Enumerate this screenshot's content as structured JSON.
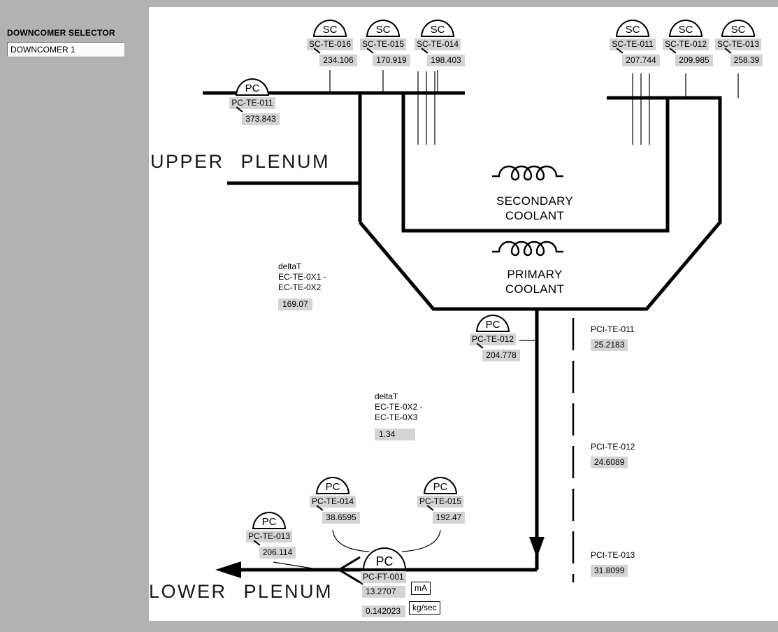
{
  "selector": {
    "label": "DOWNCOMER SELECTOR",
    "value": "DOWNCOMER 1"
  },
  "labels": {
    "upper_plenum": "UPPER PLENUM",
    "lower_plenum": "LOWER PLENUM",
    "secondary_coolant_line1": "SECONDARY",
    "secondary_coolant_line2": "COOLANT",
    "primary_coolant_line1": "PRIMARY",
    "primary_coolant_line2": "COOLANT"
  },
  "instruments": [
    {
      "symbol": "SC",
      "tag": "SC-TE-016",
      "value": "234.106"
    },
    {
      "symbol": "SC",
      "tag": "SC-TE-015",
      "value": "170.919"
    },
    {
      "symbol": "SC",
      "tag": "SC-TE-014",
      "value": "198.403"
    },
    {
      "symbol": "SC",
      "tag": "SC-TE-011",
      "value": "207.744"
    },
    {
      "symbol": "SC",
      "tag": "SC-TE-012",
      "value": "209.985"
    },
    {
      "symbol": "SC",
      "tag": "SC-TE-013",
      "value": "258.39"
    },
    {
      "symbol": "PC",
      "tag": "PC-TE-011",
      "value": "373.843"
    },
    {
      "symbol": "PC",
      "tag": "PC-TE-012",
      "value": "204.778"
    },
    {
      "symbol": "PC",
      "tag": "PC-TE-014",
      "value": "38.6595"
    },
    {
      "symbol": "PC",
      "tag": "PC-TE-015",
      "value": "192.47"
    },
    {
      "symbol": "PC",
      "tag": "PC-TE-013",
      "value": "206.114"
    }
  ],
  "delta_t": [
    {
      "title": "deltaT",
      "expr_line1": "EC-TE-0X1 -",
      "expr_line2": "EC-TE-0X2",
      "value": "169.07"
    },
    {
      "title": "deltaT",
      "expr_line1": "EC-TE-0X2 -",
      "expr_line2": "EC-TE-0X3",
      "value": "1.34"
    }
  ],
  "pci_sensors": [
    {
      "tag": "PCI-TE-011",
      "value": "25.2183"
    },
    {
      "tag": "PCI-TE-012",
      "value": "24.6089"
    },
    {
      "tag": "PCI-TE-013",
      "value": "31.8099"
    }
  ],
  "flow_transmitter": {
    "symbol": "PC",
    "tag": "PC-FT-001",
    "current_value": "13.2707",
    "current_unit": "mA",
    "flow_value": "0.142023",
    "flow_unit": "kg/sec"
  },
  "colors": {
    "panel_background": "#b2b2b2",
    "canvas_background": "#ffffff",
    "indicator_background": "#d4d4d4",
    "line": "#000000"
  }
}
